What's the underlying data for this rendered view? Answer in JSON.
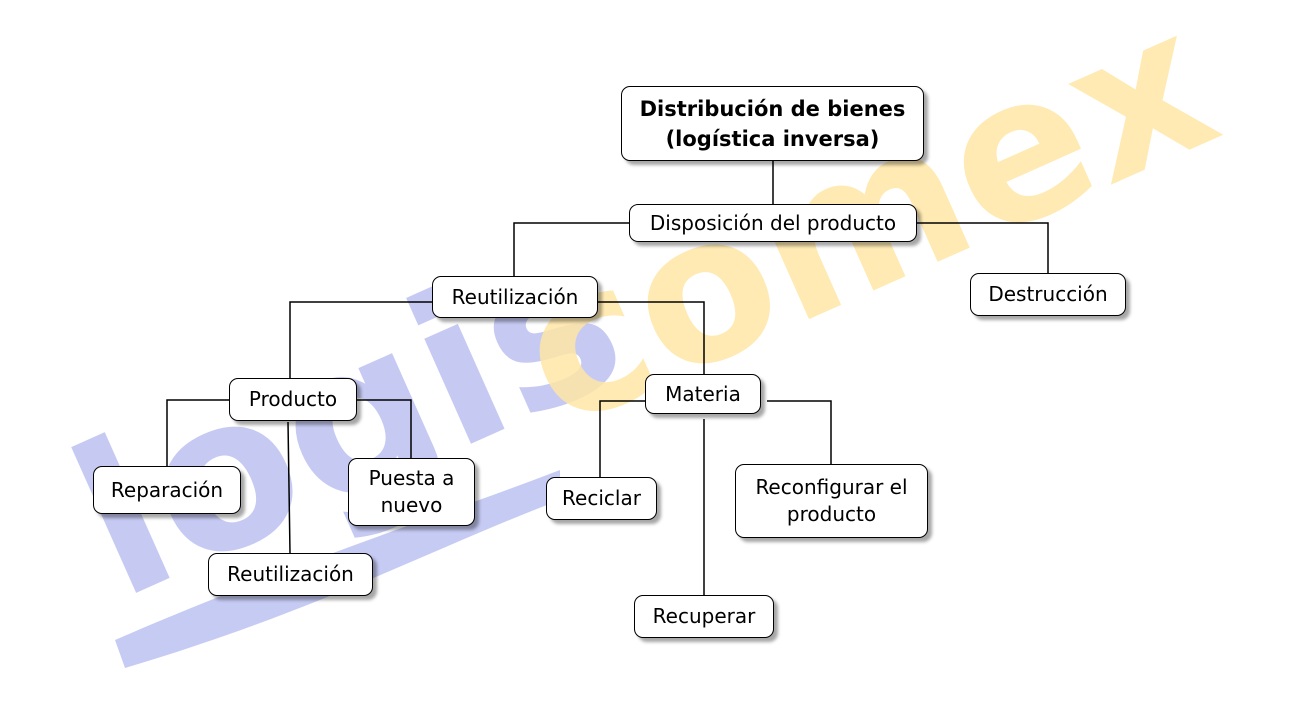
{
  "watermark": {
    "part1": "logis",
    "part2": "comex",
    "color1": "#b3b9f0",
    "color2": "#ffe7a6"
  },
  "diagram": {
    "root": "Distribución de bienes\n(logística inversa)",
    "disposicion": "Disposición del producto",
    "reutilizacion": "Reutilización",
    "destruccion": "Destrucción",
    "producto": "Producto",
    "materia": "Materia",
    "reparacion": "Reparación",
    "puesta_nuevo": "Puesta a\nnuevo",
    "reutilizacion2": "Reutilización",
    "reciclar": "Reciclar",
    "reconfigurar": "Reconfigurar el\nproducto",
    "recuperar": "Recuperar"
  }
}
